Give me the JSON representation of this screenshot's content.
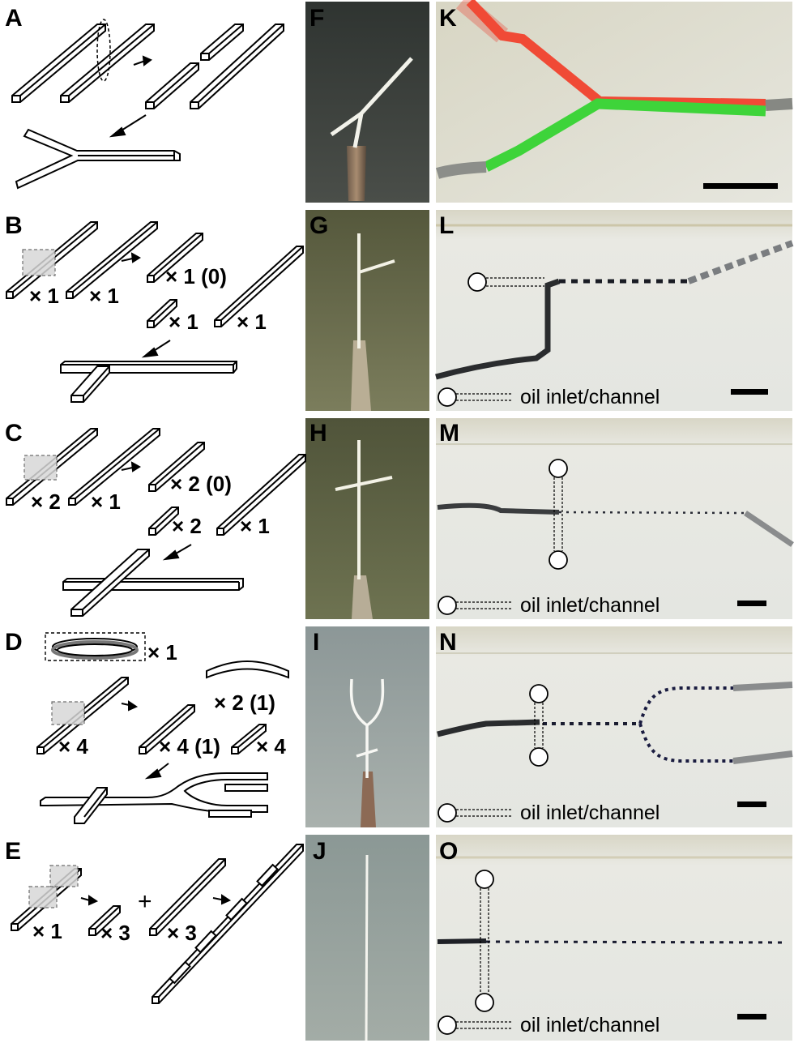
{
  "panels": {
    "A": "A",
    "B": "B",
    "C": "C",
    "D": "D",
    "E": "E",
    "F": "F",
    "G": "G",
    "H": "H",
    "I": "I",
    "J": "J",
    "K": "K",
    "L": "L",
    "M": "M",
    "N": "N",
    "O": "O"
  },
  "counts": {
    "b_left1": "× 1",
    "b_left2": "× 1",
    "b_right_long": "× 1 (0)",
    "b_right_short": "× 1",
    "b_right_tall": "× 1",
    "c_left1": "× 2",
    "c_left2": "× 1",
    "c_right_long": "× 2 (0)",
    "c_right_short": "× 2",
    "c_right_tall": "× 1",
    "d_ring": "× 1",
    "d_arc": "× 2 (1)",
    "d_left": "× 4",
    "d_right": "× 4 (1)",
    "d_small": "× 4",
    "e_left": "× 1",
    "e_mid": "× 3",
    "e_mid2": "× 3",
    "e_plus": "+"
  },
  "legend": {
    "L": "oil inlet/channel",
    "M": "oil inlet/channel",
    "N": "oil inlet/channel",
    "O": "oil inlet/channel"
  },
  "colors": {
    "red_channel": "#e8483a",
    "green_channel": "#3ed43a",
    "photo_F_bg": "#3b3f3c",
    "photo_G_bg": "#6e7150",
    "photo_H_bg": "#5f6443",
    "photo_I_bg": "#9aa4a4",
    "photo_J_bg": "#93a09d",
    "chip_bg": "#dcded4"
  }
}
